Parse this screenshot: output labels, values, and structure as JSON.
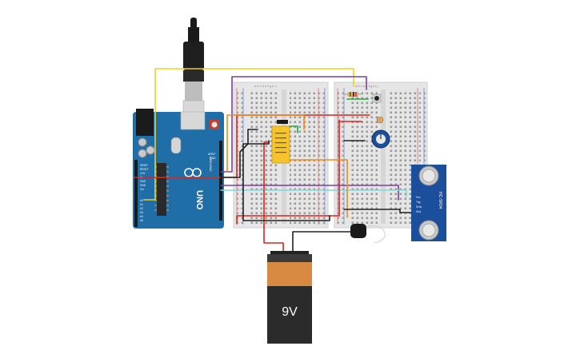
{
  "arduino": {
    "brand": "UNO",
    "logo_text": "ARDUINO",
    "aref": "AREF",
    "gnd": "GND",
    "power_labels": [
      "IOREF",
      "RESET",
      "3.3V",
      "5V",
      "GND",
      "GND",
      "Vin"
    ],
    "analog_labels": [
      "A0",
      "A1",
      "A2",
      "A3",
      "A4",
      "A5"
    ]
  },
  "breadboard_left": {
    "column_letters": "a b c d e   f g h i j"
  },
  "breadboard_right": {
    "column_letters": "a b c d e   f g h i j"
  },
  "ultrasonic": {
    "model": "HC-SR04",
    "pins": [
      "Vcc",
      "Trig",
      "Echo",
      "Gnd"
    ]
  },
  "battery": {
    "label": "9V"
  },
  "colors": {
    "wire_yellow": "#f2cf1f",
    "wire_purple": "#7b3fa0",
    "wire_red": "#e0241b",
    "wire_black": "#222222",
    "wire_orange": "#f08a1c",
    "wire_cyan": "#7fd6e0",
    "wire_green": "#25a53a",
    "arduino_blue": "#1f6ea8",
    "ultrasonic_blue": "#1b4f9c",
    "relay_yellow": "#f6c32a",
    "battery_orange": "#d98a42"
  }
}
